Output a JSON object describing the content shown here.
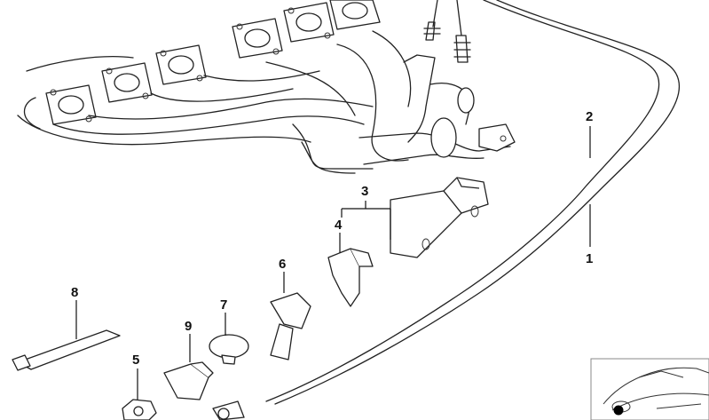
{
  "diagram": {
    "labels": {
      "p1": "1",
      "p2": "2",
      "p3": "3",
      "p4": "4",
      "p5": "5",
      "p6": "6",
      "p7": "7",
      "p8": "8",
      "p9": "9"
    },
    "icons": {
      "manifold": "exhaust-manifold-icon",
      "sensors": "oxygen-sensor-icon",
      "bracket": "bracket-icon",
      "clip": "cable-clip-icon",
      "tie": "cable-tie-icon",
      "nut": "nut-icon",
      "car": "car-thumbnail-icon"
    }
  }
}
